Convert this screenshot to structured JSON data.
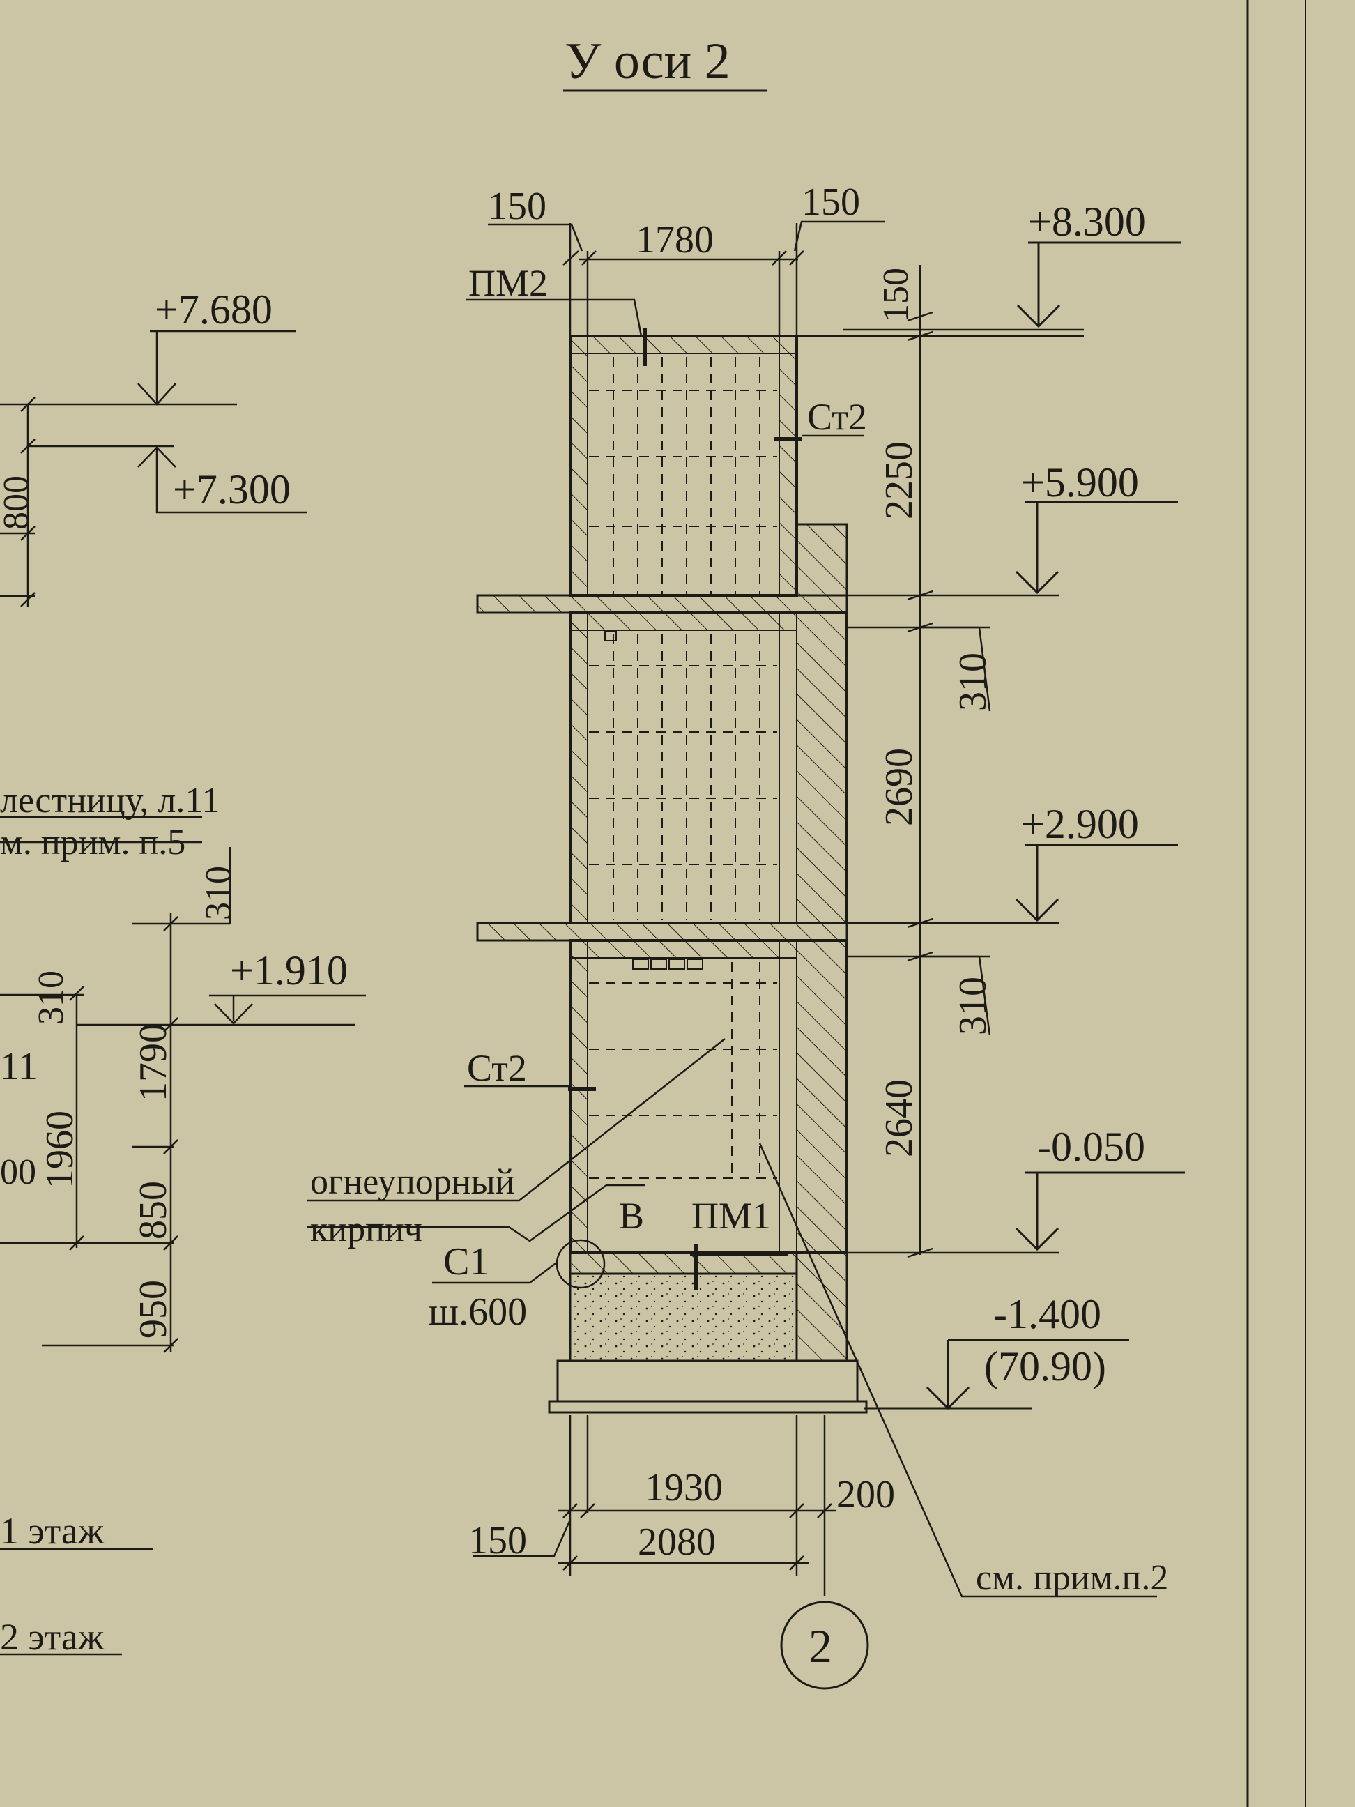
{
  "title": "У оси 2",
  "dims": {
    "top_left": "150",
    "top_mid": "1780",
    "top_right": "150",
    "right_150": "150",
    "right_2250": "2250",
    "right_310a": "310",
    "right_2690": "2690",
    "right_310b": "310",
    "right_2640": "2640",
    "bot_150": "150",
    "bot_1930": "1930",
    "bot_2080": "2080",
    "bot_200": "200",
    "left_800": "800",
    "left_310a": "310",
    "left_310b": "310",
    "left_1790": "1790",
    "left_1960": "1960",
    "left_850": "850",
    "left_950": "950",
    "left_00": "00"
  },
  "levels": {
    "l8300": "+8.300",
    "l5900": "+5.900",
    "l2900": "+2.900",
    "lm0050": "-0.050",
    "lm1400": "-1.400",
    "lm1400_abs": "(70.90)",
    "l7680": "+7.680",
    "l7300": "+7.300",
    "l1910": "+1.910"
  },
  "labels": {
    "pm2": "ПМ2",
    "st2_top": "Ст2",
    "st2_left": "Ст2",
    "pm1": "ПМ1",
    "b": "В",
    "c1": "С1",
    "sh600": "ш.600",
    "brick1": "огнеупорный",
    "brick2": "кирпич",
    "note": "см. прим.п.2",
    "axis": "2",
    "stair1": "лестницу, л.11",
    "stair2": "м. прим. п.5",
    "m1": "11",
    "floor1": "1 этаж",
    "floor2": "2 этаж"
  },
  "colors": {
    "paper": "#cbc5a6",
    "ink": "#1d1b16"
  }
}
